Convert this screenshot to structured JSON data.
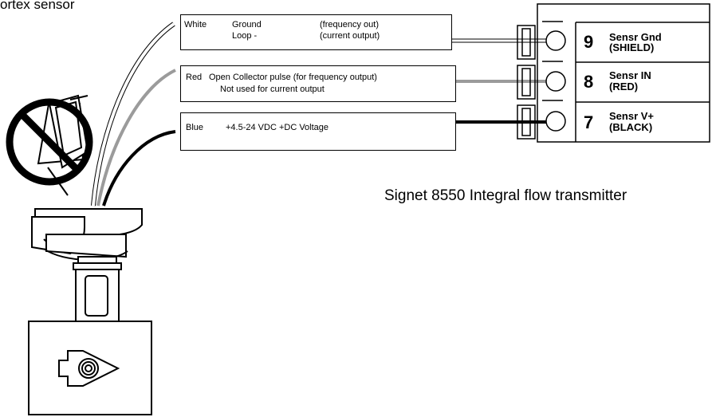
{
  "sensor_title": "ortex sensor",
  "transmitter_caption": "Signet 8550 Integral flow transmitter",
  "wires": [
    {
      "color_name": "White",
      "line1_left": "Ground",
      "line1_right": "(frequency out)",
      "line2_left": "Loop -",
      "line2_right": "(current output)"
    },
    {
      "color_name": "Red",
      "line1": "Open Collector pulse (for frequency output)",
      "line2": "Not used for current output"
    },
    {
      "color_name": "Blue",
      "line1": "+4.5-24 VDC +DC Voltage"
    }
  ],
  "terminals": [
    {
      "number": "9",
      "name": "Sensr Gnd",
      "sub": "(SHIELD)"
    },
    {
      "number": "8",
      "name": "Sensr IN",
      "sub": "(RED)"
    },
    {
      "number": "7",
      "name": "Sensr V+",
      "sub": "(BLACK)"
    }
  ],
  "colors": {
    "white_wire": "#ffffff",
    "red_wire": "#9b9b9b",
    "blue_wire": "#000000",
    "outline": "#000000"
  }
}
